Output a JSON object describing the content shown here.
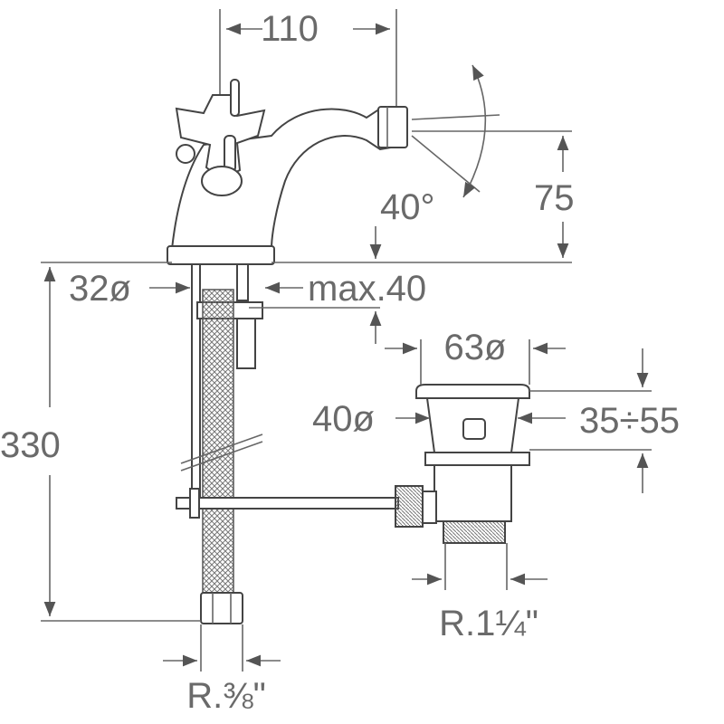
{
  "drawing": {
    "dim_width_top": "110",
    "dim_angle": "40°",
    "dim_spout_height": "75",
    "dim_shank_diameter": "32ø",
    "dim_max_thickness": "max.40",
    "dim_total_height": "330",
    "dim_waste_flange": "63ø",
    "dim_waste_hole": "40ø",
    "dim_waste_range": "35÷55",
    "dim_waste_thread": "R.1¼\"",
    "dim_hose_thread": "R.⅜\""
  },
  "colors": {
    "line": "#666666",
    "text": "#6a6a6a"
  }
}
